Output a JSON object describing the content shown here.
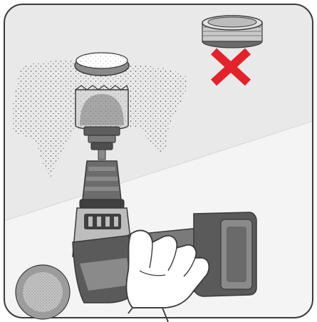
{
  "illustration": {
    "kind": "instruction-illustration",
    "items": [
      {
        "name": "hole-saw-on-drill",
        "icon": "hole-saw"
      },
      {
        "name": "cordless-drill",
        "icon": "drill"
      },
      {
        "name": "wrong-part",
        "icon": "cross-mark"
      },
      {
        "name": "cut-disc-result",
        "icon": "disc"
      }
    ],
    "colors": {
      "panel_top": "#e9e9e9",
      "panel_bottom": "#f4f4f4",
      "outline": "#3a3a3a",
      "drill_dark": "#5a5a5a",
      "drill_mid": "#8a8a8a",
      "drill_light": "#bdbdbd",
      "cross": "#e3232b",
      "disc": "#9c9c9c"
    }
  }
}
